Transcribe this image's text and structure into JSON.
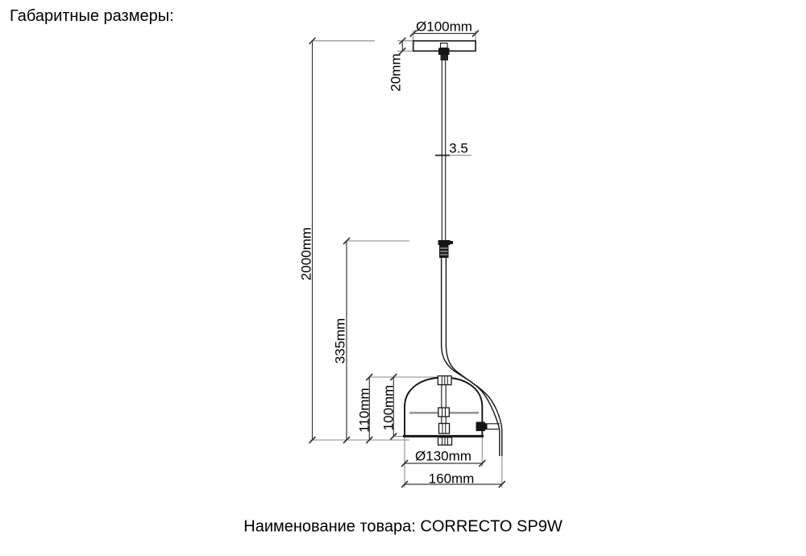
{
  "page": {
    "heading": "Габаритные размеры:",
    "caption_label": "Наименование товара: ",
    "product_name": "CORRECTO SP9W"
  },
  "drawing": {
    "kind": "pendant-lamp-dimension-drawing",
    "dimensions": {
      "canopy_diameter": "Ø100mm",
      "canopy_height": "20mm",
      "cable_diameter": "3.5",
      "suspension_length": "2000mm",
      "arm_height": "335mm",
      "shade_outer_height": "110mm",
      "shade_inner_height": "100mm",
      "shade_diameter": "Ø130mm",
      "overall_width": "160mm"
    },
    "colors": {
      "background": "#ffffff",
      "outline": "#151515",
      "dimension_line": "#3a3a3a",
      "extension_line": "#8a8a8a",
      "diffuser_line": "#979797"
    }
  }
}
